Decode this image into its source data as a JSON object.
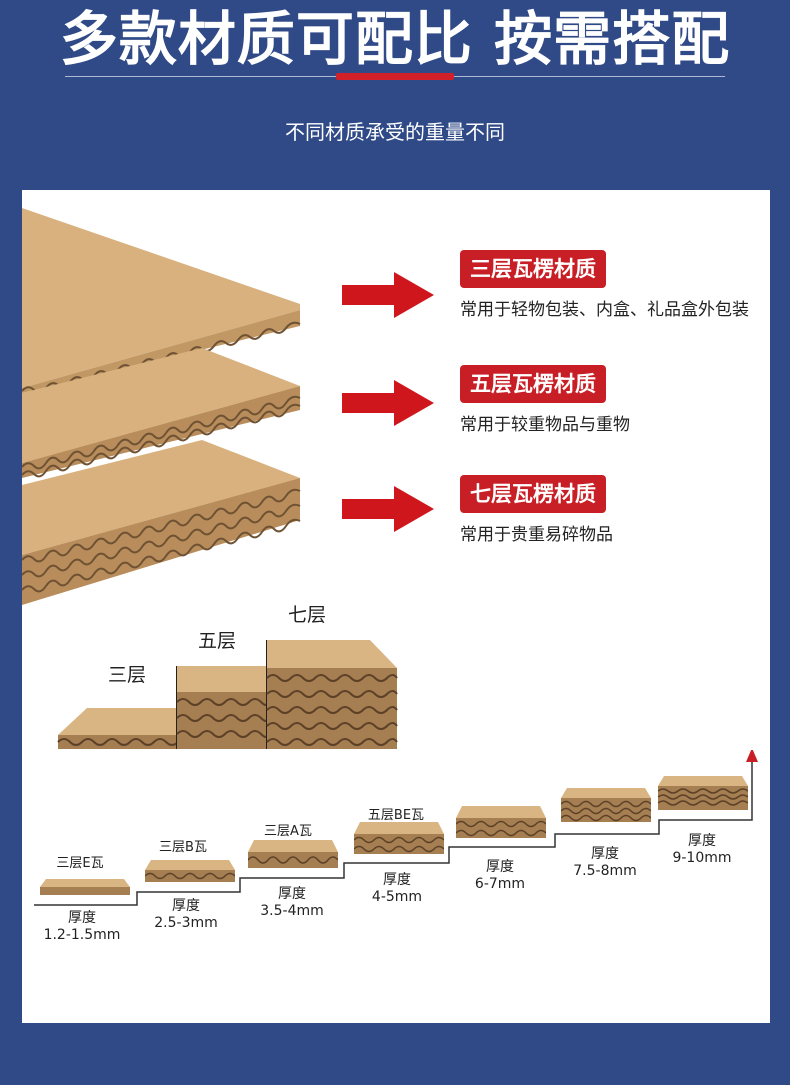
{
  "header": {
    "title": "多款材质可配比 按需搭配",
    "subtitle": "不同材质承受的重量不同"
  },
  "materials": [
    {
      "name": "三层瓦楞材质",
      "desc": "常用于轻物包装、内盒、礼品盒外包装"
    },
    {
      "name": "五层瓦楞材质",
      "desc": "常用于较重物品与重物"
    },
    {
      "name": "七层瓦楞材质",
      "desc": "常用于贵重易碎物品"
    }
  ],
  "stairs": {
    "labels": [
      "三层",
      "五层",
      "七层"
    ]
  },
  "thickness": [
    {
      "name": "三层E瓦",
      "label": "厚度",
      "value": "1.2-1.5mm"
    },
    {
      "name": "三层B瓦",
      "label": "厚度",
      "value": "2.5-3mm"
    },
    {
      "name": "三层A瓦",
      "label": "厚度",
      "value": "3.5-4mm"
    },
    {
      "name": "五层BE瓦",
      "label": "厚度",
      "value": "4-5mm"
    },
    {
      "name": "",
      "label": "厚度",
      "value": "6-7mm"
    },
    {
      "name": "",
      "label": "厚度",
      "value": "7.5-8mm"
    },
    {
      "name": "",
      "label": "厚度",
      "value": "9-10mm"
    }
  ],
  "colors": {
    "background": "#2f4a87",
    "accent": "#d12027",
    "badge": "#c81f26",
    "kraft": "#d7b07f",
    "kraft_dark": "#8a6a44"
  }
}
